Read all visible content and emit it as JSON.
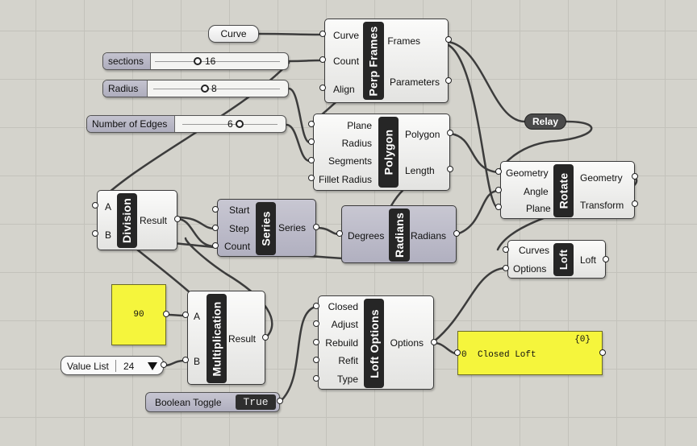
{
  "curve_param": {
    "label": "Curve"
  },
  "sliders": {
    "sections": {
      "label": "sections",
      "value": "16"
    },
    "radius": {
      "label": "Radius",
      "value": "8"
    },
    "edges": {
      "label": "Number of Edges",
      "value": "6"
    }
  },
  "perp_frames": {
    "title": "Perp Frames",
    "inputs": [
      "Curve",
      "Count",
      "Align"
    ],
    "outputs": [
      "Frames",
      "Parameters"
    ]
  },
  "polygon": {
    "title": "Polygon",
    "inputs": [
      "Plane",
      "Radius",
      "Segments",
      "Fillet Radius"
    ],
    "outputs": [
      "Polygon",
      "Length"
    ]
  },
  "relay": {
    "label": "Relay"
  },
  "division": {
    "title": "Division",
    "inputs": [
      "A",
      "B"
    ],
    "outputs": [
      "Result"
    ]
  },
  "series": {
    "title": "Series",
    "inputs": [
      "Start",
      "Step",
      "Count"
    ],
    "outputs": [
      "Series"
    ]
  },
  "radians": {
    "title": "Radians",
    "inputs": [
      "Degrees"
    ],
    "outputs": [
      "Radians"
    ]
  },
  "rotate": {
    "title": "Rotate",
    "inputs": [
      "Geometry",
      "Angle",
      "Plane"
    ],
    "outputs": [
      "Geometry",
      "Transform"
    ]
  },
  "loft": {
    "title": "Loft",
    "inputs": [
      "Curves",
      "Options"
    ],
    "outputs": [
      "Loft"
    ]
  },
  "panel_90": {
    "value": "90"
  },
  "value_list": {
    "label": "Value List",
    "value": "24"
  },
  "multiplication": {
    "title": "Multiplication",
    "inputs": [
      "A",
      "B"
    ],
    "outputs": [
      "Result"
    ]
  },
  "loft_options": {
    "title": "Loft Options",
    "inputs": [
      "Closed",
      "Adjust",
      "Rebuild",
      "Refit",
      "Type"
    ],
    "outputs": [
      "Options"
    ]
  },
  "loft_panel": {
    "path": "{0}",
    "index": "0",
    "value": "Closed Loft"
  },
  "boolean_toggle": {
    "label": "Boolean Toggle",
    "value": "True"
  },
  "colors": {
    "canvas": "#d4d3cc",
    "wire": "#3a3a3a",
    "panel_yellow": "#f5f53c",
    "component_dark": "#262626"
  },
  "icons": [
    "dropdown-arrow-icon"
  ]
}
